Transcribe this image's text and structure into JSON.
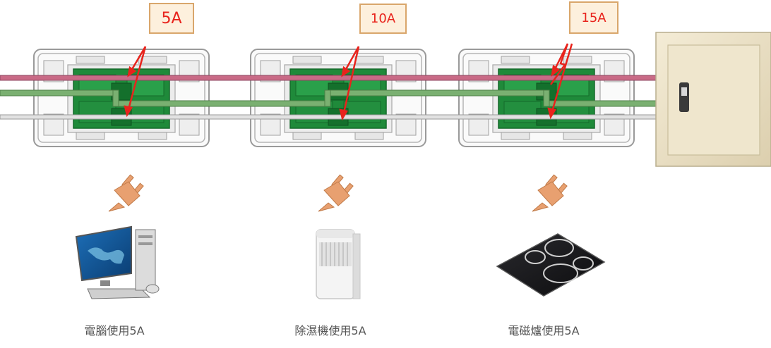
{
  "outlets": [
    {
      "current_label": "5A",
      "appliance": "computer",
      "caption": "電腦使用5A"
    },
    {
      "current_label": "10A",
      "appliance": "dehumidifier",
      "caption": "除濕機使用5A"
    },
    {
      "current_label": "15A",
      "appliance": "induction-cooktop",
      "caption": "電磁爐使用5A"
    }
  ],
  "colors": {
    "live_wire": "#c96a86",
    "ground_wire": "#7ab071",
    "neutral_wire": "#d8d8d8",
    "terminal_green": "#1f8a3a",
    "arrow_red": "#e8231c",
    "callout_fill": "#fdf0dd",
    "callout_border": "#d9a66b",
    "plug_color": "#e8a070",
    "panel_color": "#ece1c6"
  },
  "icons": [
    "wall-outlet-icon",
    "plug-icon",
    "computer-icon",
    "dehumidifier-icon",
    "induction-cooktop-icon",
    "breaker-panel-icon"
  ]
}
